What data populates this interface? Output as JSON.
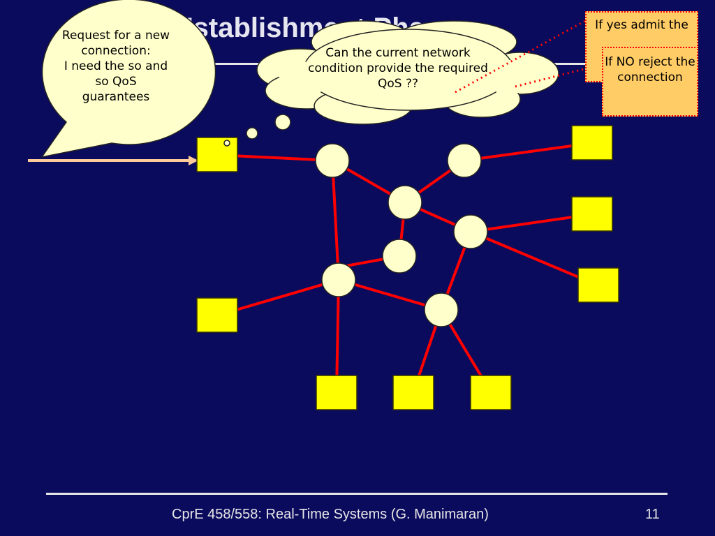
{
  "slide": {
    "title": "Establishment Phase",
    "footer": "CprE 458/558: Real-Time Systems (G. Manimaran)",
    "page_number": "11"
  },
  "speech_bubble": {
    "line1": "Request for a new connection:",
    "line2": "I need the so and so QoS guarantees"
  },
  "thought_bubble": {
    "text": "Can the current network condition provide the required QoS ??"
  },
  "notes": {
    "yes": "If yes admit the",
    "no": "If NO reject the connection"
  },
  "colors": {
    "background": "#0b0b5e",
    "node_fill": "#ffffcc",
    "host_fill": "#ffff00",
    "link": "#ff0000",
    "note_fill": "#ffcc66"
  }
}
